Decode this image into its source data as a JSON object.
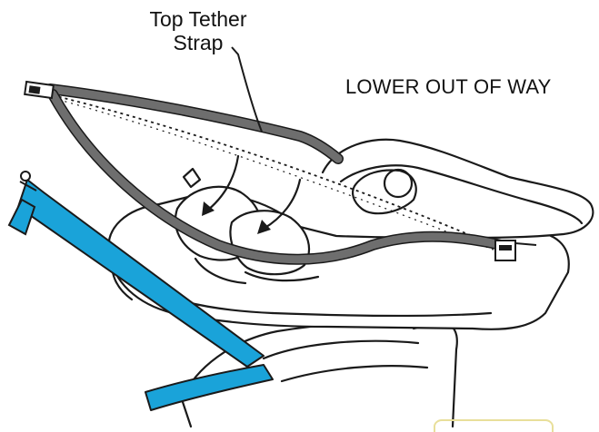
{
  "labels": {
    "top_tether_line1": "Top Tether",
    "top_tether_line2": "Strap",
    "lower_out_of_way": "LOWER OUT OF WAY"
  },
  "colors": {
    "tether_strap": "#6e6e6e",
    "lower_anchor_strap": "#1aa3d9",
    "outline": "#1a1a1a"
  }
}
